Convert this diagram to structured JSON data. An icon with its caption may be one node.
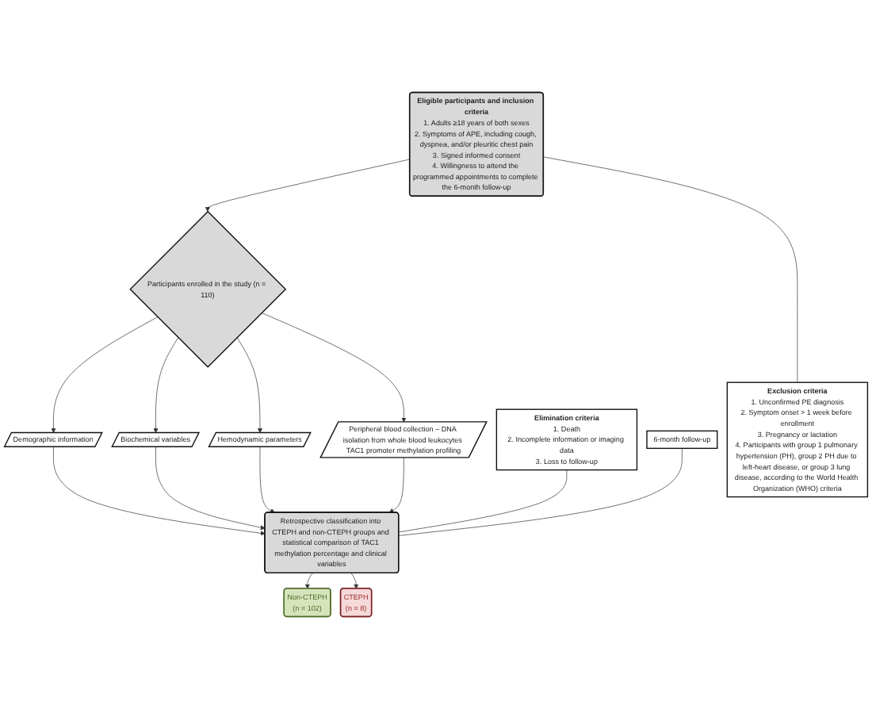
{
  "diagram": {
    "nodes": [
      {
        "text": [
          "Eligible participants and inclusion criteria",
          "1. Adults ≥18 years of both sexes",
          "2. Symptoms of APE, including cough, dyspnea, and/or pleuritic chest pain",
          "3. Signed informed consent",
          "4. Willingness to attend the programmed appointments to complete the 6-month follow-up"
        ]
      },
      {
        "text": [
          "Exclusion criteria",
          "1. Unconfirmed PE diagnosis",
          "2. Symptom onset > 1 week before enrollment",
          "3. Pregnancy or lactation",
          "4. Participants with group 1 pulmonary hypertension (PH), group 2 PH due to left-heart disease, or group 3 lung disease, according to the World Health Organization (WHO) criteria"
        ]
      },
      {
        "text": [
          "Participants enrolled in the study (n = 110)"
        ]
      },
      {
        "text": [
          "Demographic information"
        ]
      },
      {
        "text": [
          "Biochemical variables"
        ]
      },
      {
        "text": [
          "Hemodynamic parameters"
        ]
      },
      {
        "text": [
          "Peripheral blood collection – DNA isolation from whole blood leukocytes TAC1 promoter methylation profiling"
        ]
      },
      {
        "text": [
          "Elimination criteria",
          "1. Death",
          "2. Incomplete information or imaging data",
          "3. Loss to follow-up"
        ]
      },
      {
        "text": [
          "6-month follow-up"
        ]
      },
      {
        "text": [
          "Retrospective classification into CTEPH and non-CTEPH groups and statistical comparison of TAC1 methylation percentage and clinical variables"
        ]
      },
      {
        "text": [
          "Non-CTEPH",
          "(n = 102)"
        ]
      },
      {
        "text": [
          "CTEPH",
          "(n = 8)"
        ]
      }
    ],
    "edges": [
      {
        "from": 0,
        "to": 2,
        "arrow": "to"
      },
      {
        "from": 0,
        "to": 1,
        "arrow": "none"
      },
      {
        "from": 2,
        "to": 3,
        "arrow": "to"
      },
      {
        "from": 2,
        "to": 4,
        "arrow": "to"
      },
      {
        "from": 2,
        "to": 5,
        "arrow": "to"
      },
      {
        "from": 2,
        "to": 6,
        "arrow": "to"
      },
      {
        "from": 3,
        "to": 9,
        "arrow": "to"
      },
      {
        "from": 4,
        "to": 9,
        "arrow": "to"
      },
      {
        "from": 5,
        "to": 9,
        "arrow": "to"
      },
      {
        "from": 6,
        "to": 9,
        "arrow": "to"
      },
      {
        "from": 7,
        "to": 9,
        "arrow": "none"
      },
      {
        "from": 8,
        "to": 9,
        "arrow": "none"
      },
      {
        "from": 9,
        "to": 10,
        "arrow": "to"
      },
      {
        "from": 9,
        "to": 11,
        "arrow": "to"
      }
    ]
  }
}
